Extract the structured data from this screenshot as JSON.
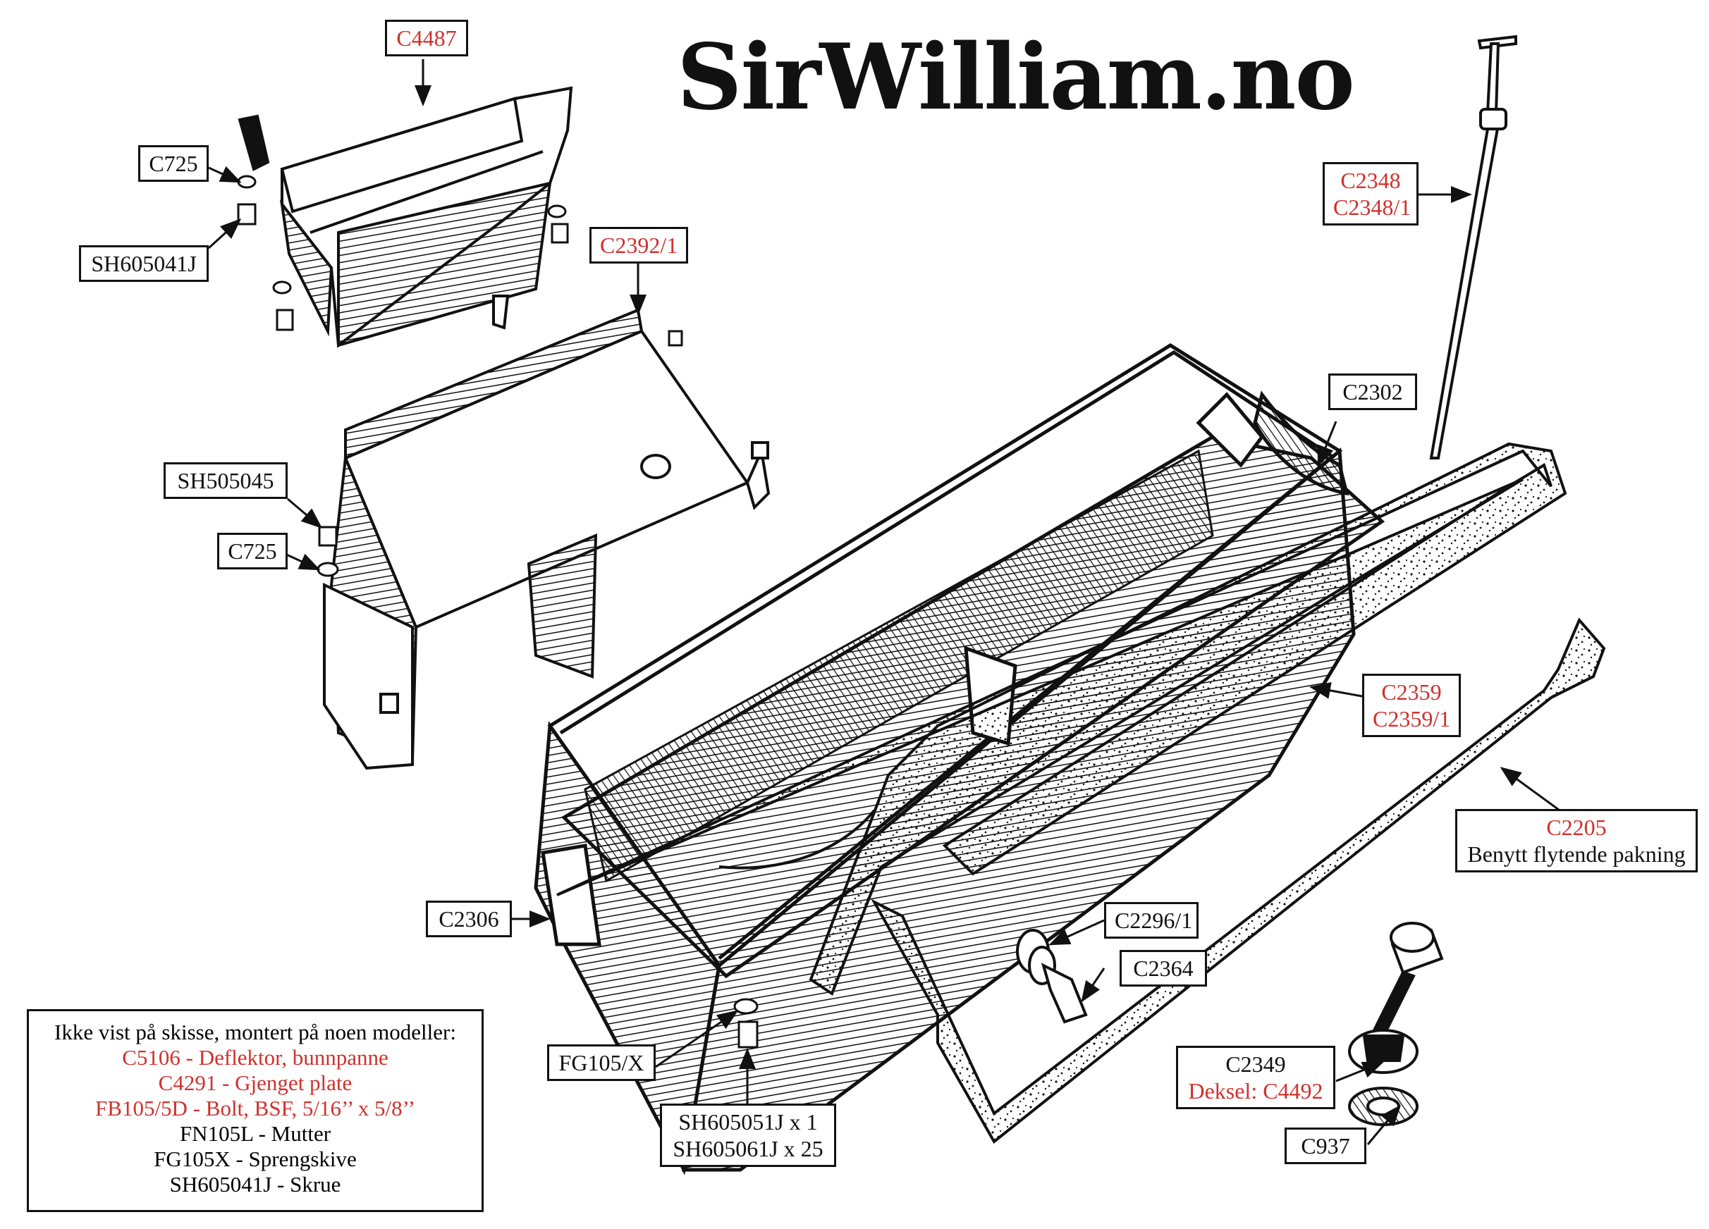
{
  "brand": "SirWilliam.no",
  "colors": {
    "red": "#d0312d",
    "ink": "#111111"
  },
  "labels": {
    "c4487": "C4487",
    "c725_top": "C725",
    "sh605041j": "SH605041J",
    "c2392_1": "C2392/1",
    "sh505045": "SH505045",
    "c725_mid": "C725",
    "c2348": "C2348",
    "c2348_1": "C2348/1",
    "c2302": "C2302",
    "c2359": "C2359",
    "c2359_1": "C2359/1",
    "c2205": "C2205",
    "c2205_note": "Benytt flytende pakning",
    "c2306": "C2306",
    "c2296_1": "C2296/1",
    "c2364": "C2364",
    "fg105x": "FG105/X",
    "c2349": "C2349",
    "c2349_cover": "Deksel: C4492",
    "sh605051j": "SH605051J x 1",
    "sh605061j": "SH605061J x 25",
    "c937": "C937"
  },
  "note": {
    "heading": "Ikke vist på skisse, montert på noen modeller:",
    "items": [
      {
        "text": "C5106 - Deflektor, bunnpanne",
        "red": true
      },
      {
        "text": "C4291 - Gjenget plate",
        "red": true
      },
      {
        "text": "FB105/5D - Bolt, BSF, 5/16’’ x 5/8’’",
        "red": true
      },
      {
        "text": "FN105L - Mutter",
        "red": false
      },
      {
        "text": "FG105X - Sprengskive",
        "red": false
      },
      {
        "text": "SH605041J - Skrue",
        "red": false
      }
    ]
  }
}
